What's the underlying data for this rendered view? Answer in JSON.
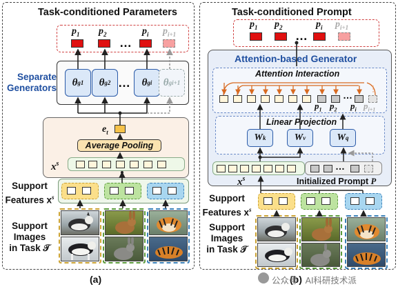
{
  "panel_a": {
    "title": "Task-conditioned Parameters",
    "prompt_labels": [
      "p",
      "p",
      "p",
      "p"
    ],
    "prompt_subs": [
      "1",
      "2",
      "i",
      "i+1"
    ],
    "ellipsis": "…",
    "separate_generators_label": [
      "Separate",
      "Generators"
    ],
    "theta_labels": [
      "θ",
      "θ",
      "θ",
      "θ"
    ],
    "theta_subs": [
      "g1",
      "g2",
      "gi",
      "gi+1"
    ],
    "et_label": "e",
    "et_sub": "t",
    "pooling_label": "Average Pooling",
    "xs_label": "x",
    "xs_sup": "s",
    "support_features_label": [
      "Support",
      "Features x"
    ],
    "support_features_sup": "s",
    "support_images_label": [
      "Support",
      "Images",
      "in Task 𝒯"
    ],
    "caption": "(a)"
  },
  "panel_b": {
    "title": "Task-conditioned Prompt",
    "prompt_labels": [
      "p",
      "p",
      "p",
      "p"
    ],
    "prompt_subs": [
      "1",
      "2",
      "i",
      "i+1"
    ],
    "ellipsis": "…",
    "generator_title": "Attention-based Generator",
    "attention_interaction_label": "Attention Interaction",
    "attn_p_labels": [
      "p",
      "p",
      "p",
      "p"
    ],
    "attn_p_subs": [
      "1",
      "2",
      "i",
      "i+1"
    ],
    "attn_ellipsis": "…",
    "linear_projection_label": "Linear Projection",
    "w_labels": [
      "W",
      "W",
      "W"
    ],
    "w_subs": [
      "k",
      "v",
      "q"
    ],
    "xs_label": "x",
    "xs_sup": "s",
    "initialized_prompt_label": "Initialized Prompt",
    "initialized_prompt_symbol": "P",
    "support_features_label": [
      "Support",
      "Features x"
    ],
    "support_features_sup": "s",
    "support_images_label": [
      "Support",
      "Images",
      "in Task 𝒯"
    ],
    "caption": "(b)"
  },
  "watermark": "公众号 · AI科研技术派",
  "colors": {
    "prompt_red": "#e01010",
    "generator_blue": "#dbe8f8",
    "label_blue": "#1f4fa0",
    "group_yellow": "#f6c24a",
    "group_green": "#8cc860",
    "group_blue": "#5aa8e0",
    "arrow_orange": "#d86a20"
  },
  "icons": {
    "support_images": [
      "husky-photo",
      "rabbit-photo",
      "tiger-photo"
    ]
  }
}
